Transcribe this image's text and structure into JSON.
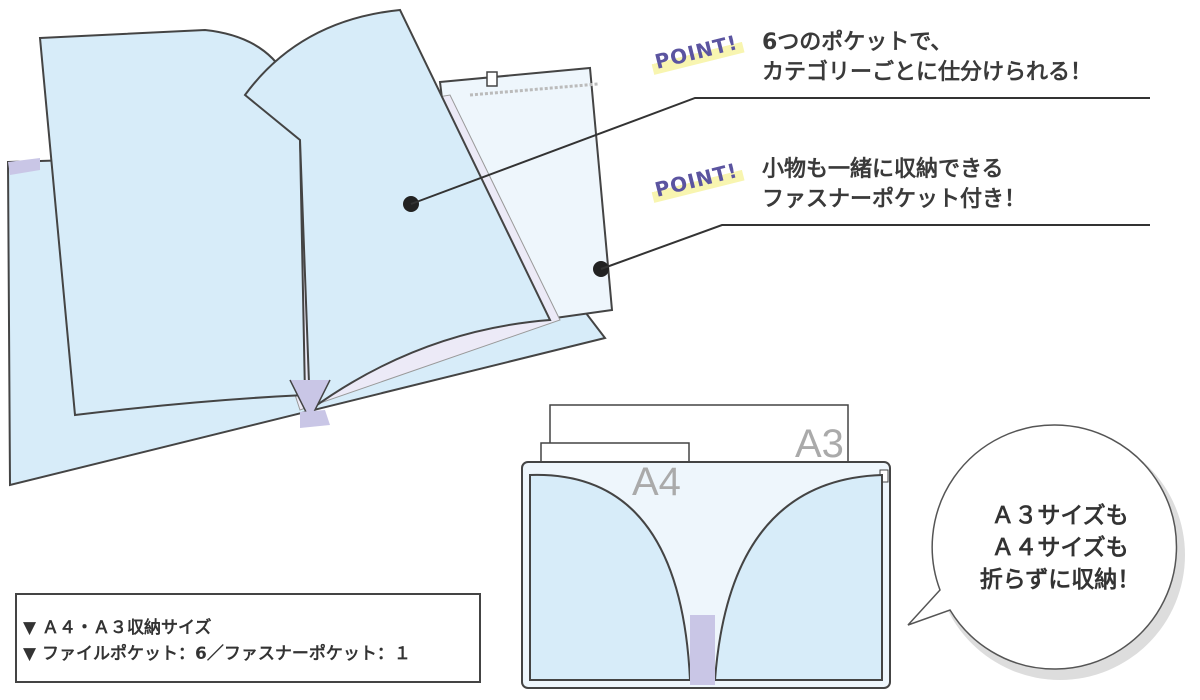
{
  "points": [
    {
      "badge": "POINT!",
      "lines": [
        "6つのポケットで、",
        "カテゴリーごとに仕分けられる！"
      ]
    },
    {
      "badge": "POINT!",
      "lines": [
        "小物も一緒に収納できる",
        "ファスナーポケット付き！"
      ]
    }
  ],
  "sheets": {
    "a3": "A3",
    "a4": "A4"
  },
  "bubble": {
    "lines": [
      "Ａ３サイズも",
      "Ａ４サイズも",
      "折らずに収納！"
    ]
  },
  "info": {
    "lines": [
      "▼ Ａ４・Ａ３収納サイズ",
      "▼ ファイルポケット：6／ファスナーポケット：１"
    ]
  },
  "colors": {
    "pocket": "#d7ecf9",
    "accent": "#5b54a0",
    "highlight": "#f8f5b0",
    "binding": "#c9c6e6"
  }
}
